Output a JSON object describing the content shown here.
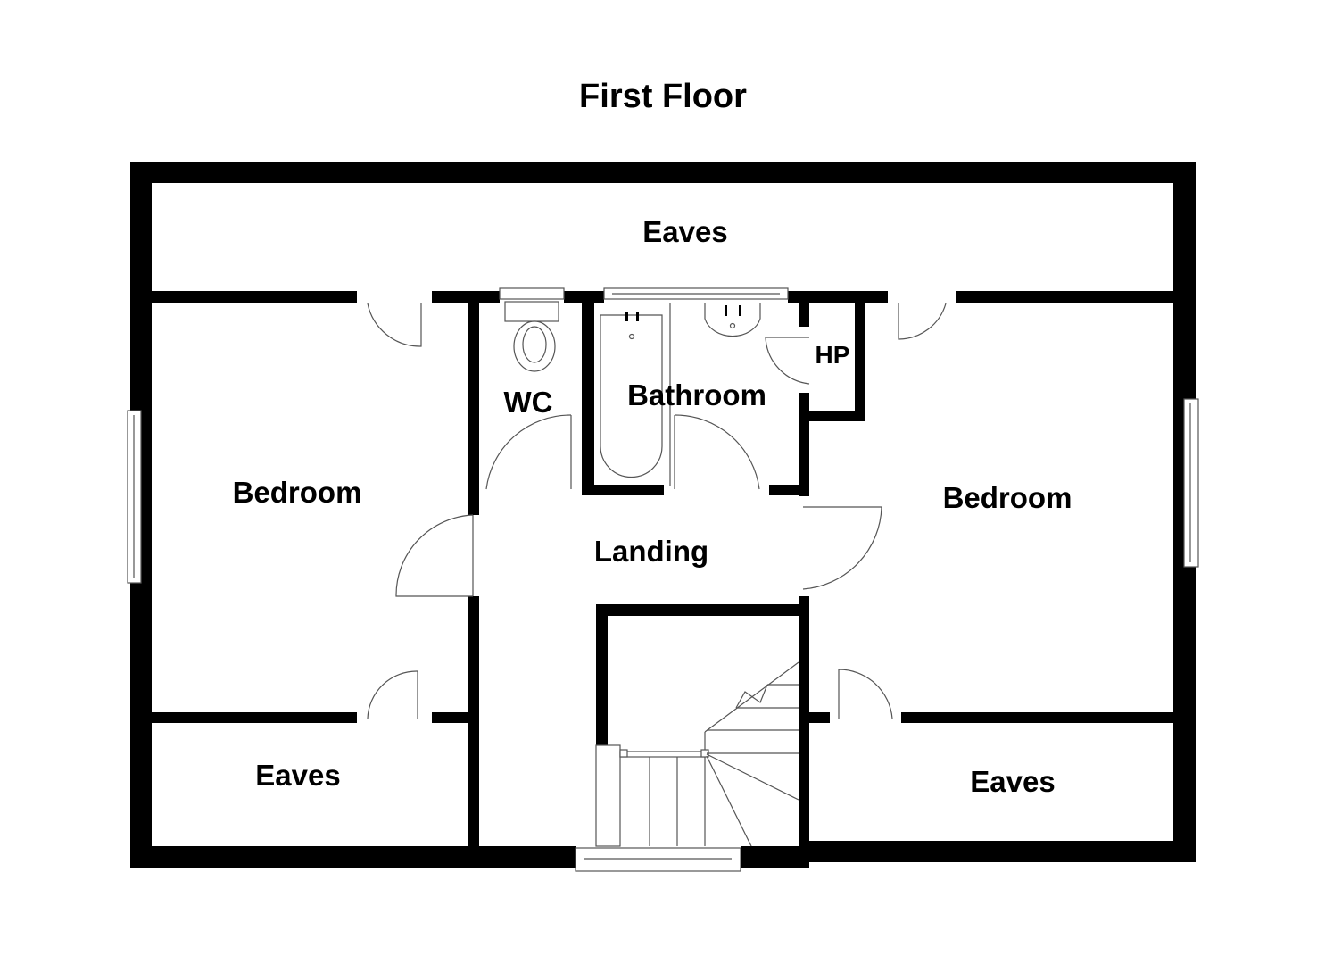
{
  "title": "First Floor",
  "rooms": {
    "eaves_top": "Eaves",
    "bedroom_left": "Bedroom",
    "wc": "WC",
    "bathroom": "Bathroom",
    "hp": "HP",
    "bedroom_right": "Bedroom",
    "landing": "Landing",
    "eaves_bottom_left": "Eaves",
    "eaves_bottom_right": "Eaves"
  }
}
